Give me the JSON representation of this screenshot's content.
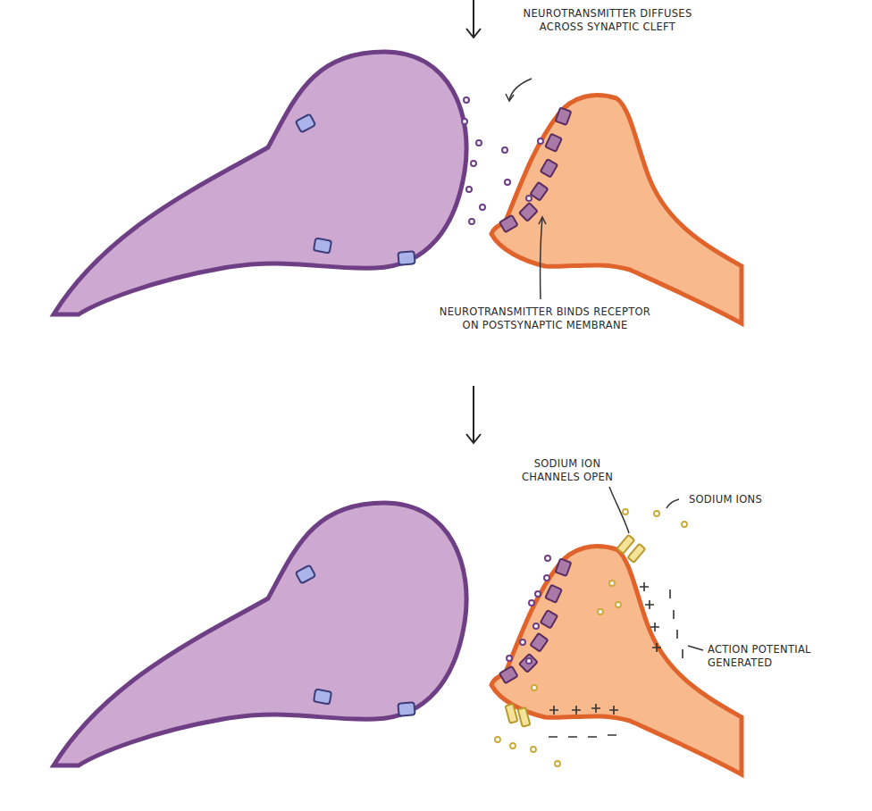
{
  "diagram": {
    "labels": [
      "NEUROTRANSMITTER DIFFUSES ACROSS SYNAPTIC CLEFT",
      "NEUROTRANSMITTER BINDS RECEPTOR ON POSTSYNAPTIC MEMBRANE",
      "SODIUM ION CHANNELS OPEN",
      "SODIUM IONS",
      "ACTION POTENTIAL GENERATED"
    ]
  }
}
